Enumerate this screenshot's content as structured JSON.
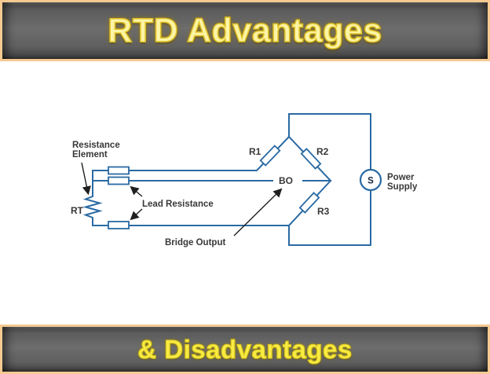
{
  "header": {
    "title": "RTD Advantages"
  },
  "footer": {
    "title": "& Disadvantages"
  },
  "diagram": {
    "resistance_element_label_1": "Resistance",
    "resistance_element_label_2": "Element",
    "rt_label": "RT",
    "lead_resistance_label": "Lead Resistance",
    "bridge_output_label": "Bridge Output",
    "r1_label": "R1",
    "r2_label": "R2",
    "r3_label": "R3",
    "bo_label": "BO",
    "supply_symbol": "S",
    "power_supply_label_1": "Power",
    "power_supply_label_2": "Supply",
    "colors": {
      "wire_blue": "#2a6aa3",
      "label_dark": "#383838",
      "arrow_black": "#1f1f1f"
    }
  },
  "colors": {
    "bar_gray": "#656565",
    "border_peach": "#f5c992",
    "title_yellow": "#fcf5a6",
    "footer_yellow": "#f8ec45"
  }
}
